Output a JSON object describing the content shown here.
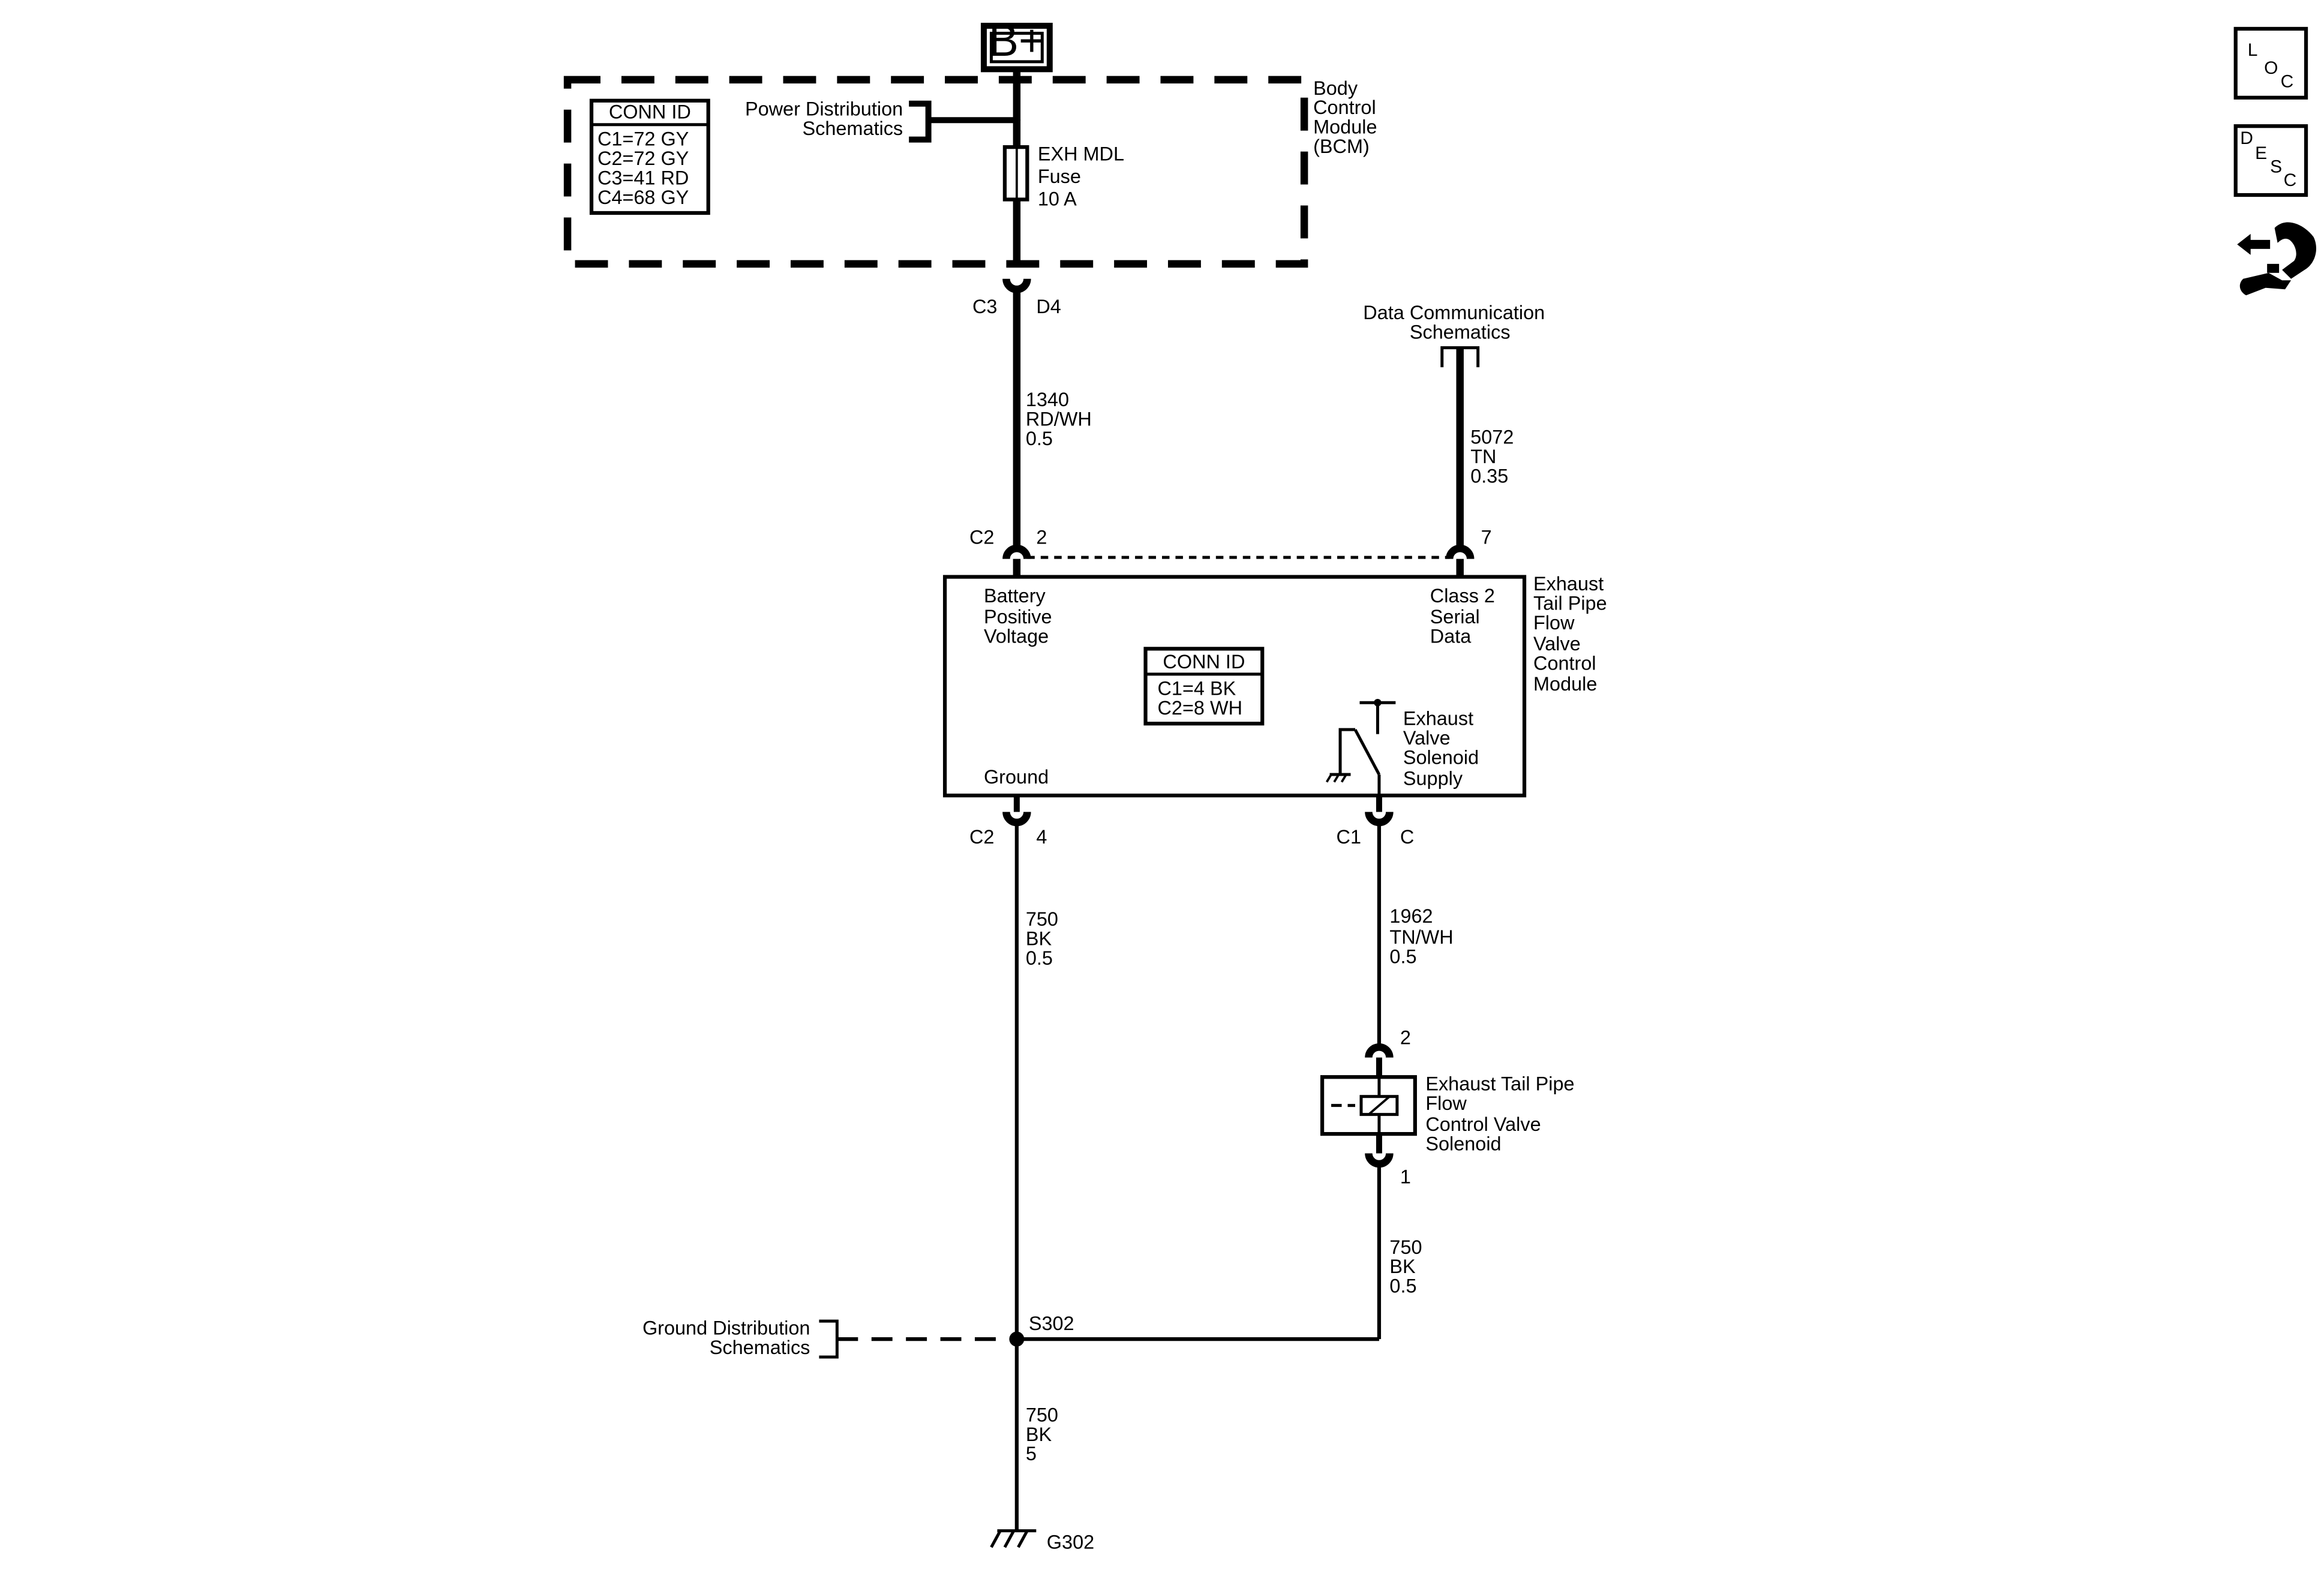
{
  "power_source": {
    "label": "B+"
  },
  "bcm": {
    "name_lines": [
      "Body",
      "Control",
      "Module",
      "(BCM)"
    ],
    "conn_id": {
      "title": "CONN ID",
      "rows": [
        "C1=72 GY",
        "C2=72 GY",
        "C3=41 RD",
        "C4=68 GY"
      ]
    },
    "power_distribution_ref": [
      "Power Distribution",
      "Schematics"
    ],
    "fuse_lines": [
      "EXH MDL",
      "Fuse",
      "10 A"
    ],
    "output_connector": {
      "conn": "C3",
      "pin": "D4"
    }
  },
  "wires": {
    "bcm_to_module": [
      "1340",
      "RD/WH",
      "0.5"
    ],
    "data_line": [
      "5072",
      "TN",
      "0.35"
    ],
    "module_ground": [
      "750",
      "BK",
      "0.5"
    ],
    "solenoid_supply": [
      "1962",
      "TN/WH",
      "0.5"
    ],
    "solenoid_ground": [
      "750",
      "BK",
      "0.5"
    ],
    "main_ground": [
      "750",
      "BK",
      "5"
    ]
  },
  "data_comm_ref": [
    "Data Communication",
    "Schematics"
  ],
  "module": {
    "name_lines": [
      "Exhaust",
      "Tail Pipe",
      "Flow",
      "Valve",
      "Control",
      "Module"
    ],
    "conn_id": {
      "title": "CONN ID",
      "rows": [
        "C1=4 BK",
        "C2=8 WH"
      ]
    },
    "battery_pin": {
      "conn": "C2",
      "pin": "2",
      "label_lines": [
        "Battery",
        "Positive",
        "Voltage"
      ]
    },
    "data_pin": {
      "pin": "7",
      "label_lines": [
        "Class 2",
        "Serial",
        "Data"
      ]
    },
    "ground_pin": {
      "conn": "C2",
      "pin": "4",
      "label": "Ground"
    },
    "solenoid_pin": {
      "conn": "C1",
      "pin": "C",
      "label_lines": [
        "Exhaust",
        "Valve",
        "Solenoid",
        "Supply"
      ]
    }
  },
  "solenoid": {
    "name_lines": [
      "Exhaust Tail Pipe",
      "Flow",
      "Control Valve",
      "Solenoid"
    ],
    "pin_top": "2",
    "pin_bottom": "1"
  },
  "splice": {
    "label": "S302"
  },
  "ground_distribution_ref": [
    "Ground Distribution",
    "Schematics"
  ],
  "ground": {
    "label": "G302"
  },
  "side_icons": {
    "loc": {
      "letters": [
        "L",
        "O",
        "C"
      ],
      "icon": "location-icon"
    },
    "desc": {
      "letters": [
        "D",
        "E",
        "S",
        "C"
      ],
      "icon": "description-icon"
    },
    "repair": {
      "icon": "hand-wrench-icon"
    }
  }
}
